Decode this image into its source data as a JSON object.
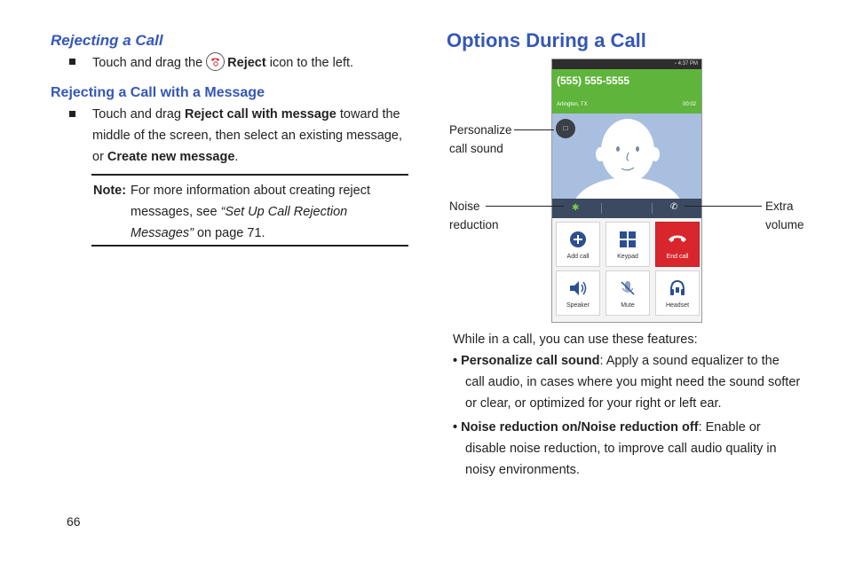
{
  "left": {
    "reject_heading": "Rejecting a Call",
    "reject_step": {
      "prefix": "Touch and drag the",
      "bold": "Reject",
      "suffix": "icon to the left."
    },
    "reject_msg_heading": "Rejecting a Call with a Message",
    "reject_msg_step": {
      "part1": "Touch and drag ",
      "bold1": "Reject call with message",
      "part2": " toward the middle of the screen, then select an existing message, or ",
      "bold2": "Create new message",
      "part3": "."
    },
    "note": {
      "label": "Note:",
      "text1": "For more information about creating reject messages, see ",
      "italic": "“Set Up Call Rejection Messages”",
      "text2": " on page 71."
    }
  },
  "right": {
    "heading": "Options During a Call",
    "phone": {
      "status_time": "4:37 PM",
      "caller_number": "(555) 555-5555",
      "caller_location": "Arlington, TX",
      "call_timer": "00:02",
      "buttons": [
        {
          "label": "Add call",
          "icon": "plus-circle-icon"
        },
        {
          "label": "Keypad",
          "icon": "keypad-icon"
        },
        {
          "label": "End call",
          "icon": "phone-hangup-icon"
        },
        {
          "label": "Speaker",
          "icon": "speaker-icon"
        },
        {
          "label": "Mute",
          "icon": "mic-off-icon"
        },
        {
          "label": "Headset",
          "icon": "headset-icon"
        }
      ]
    },
    "callouts": {
      "personalize": [
        "Personalize",
        "call sound"
      ],
      "noise": [
        "Noise",
        "reduction"
      ],
      "extra": [
        "Extra",
        "volume"
      ]
    },
    "intro": "While in a call, you can use these features:",
    "features": [
      {
        "bold": "Personalize call sound",
        "lines": [
          ": Apply a sound equalizer to the",
          "call audio, in cases where you might need the sound softer",
          "or clear, or optimized for your right or left ear."
        ]
      },
      {
        "bold": "Noise reduction on/Noise reduction off",
        "lines": [
          ": Enable or",
          "disable noise reduction, to improve call audio quality in",
          "noisy environments."
        ]
      }
    ]
  },
  "page_number": "66",
  "colors": {
    "heading_blue": "#3557b7",
    "caller_green": "#5fb43b",
    "end_call_red": "#d9262c",
    "avatar_bg": "#a9bfdf"
  }
}
